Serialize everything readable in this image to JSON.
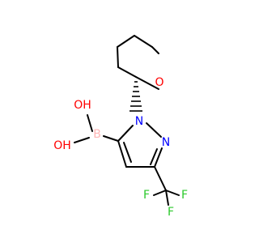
{
  "molecule": {
    "atoms": {
      "O_ring": "O",
      "N1": "N",
      "N2": "N",
      "B": "B",
      "OH_upper": "OH",
      "OH_lower": "OH",
      "F_left": "F",
      "F_right": "F",
      "F_bottom": "F"
    }
  },
  "colors": {
    "bond": "#000000",
    "oxygen": "#ff0000",
    "nitrogen": "#0000ff",
    "boron": "#ffb5b5",
    "fluorine": "#2bc92b",
    "stereo_wedge": "#000000"
  }
}
